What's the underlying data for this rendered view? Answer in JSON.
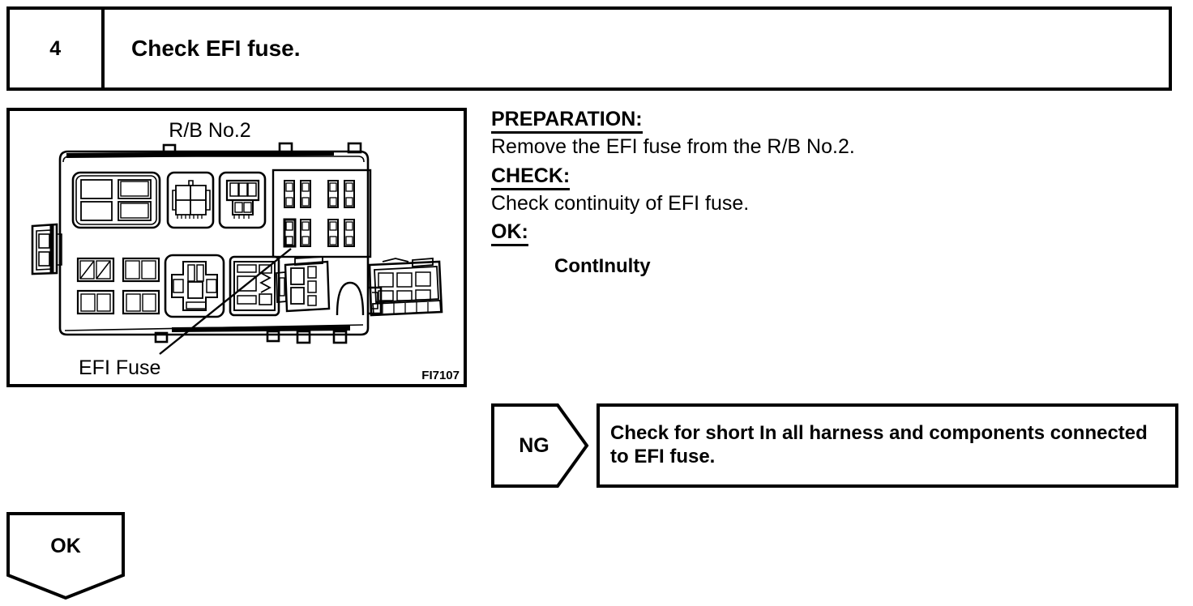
{
  "step": {
    "number": "4",
    "title": "Check EFI fuse."
  },
  "figure": {
    "box_label": "R/B No.2",
    "callout_label": "EFI Fuse",
    "figure_code": "FI7107"
  },
  "instructions": {
    "preparation_heading": "PREPARATION:",
    "preparation_text": "Remove the EFI fuse from the R/B No.2.",
    "check_heading": "CHECK:",
    "check_text": "Check continuity of EFI fuse.",
    "ok_heading": "OK:",
    "ok_value": "ContInulty"
  },
  "ng_branch": {
    "tag": "NG",
    "action": "Check for short In all harness and components connected to EFI fuse."
  },
  "ok_branch": {
    "tag": "OK"
  },
  "colors": {
    "ink": "#000000",
    "paper": "#ffffff"
  }
}
